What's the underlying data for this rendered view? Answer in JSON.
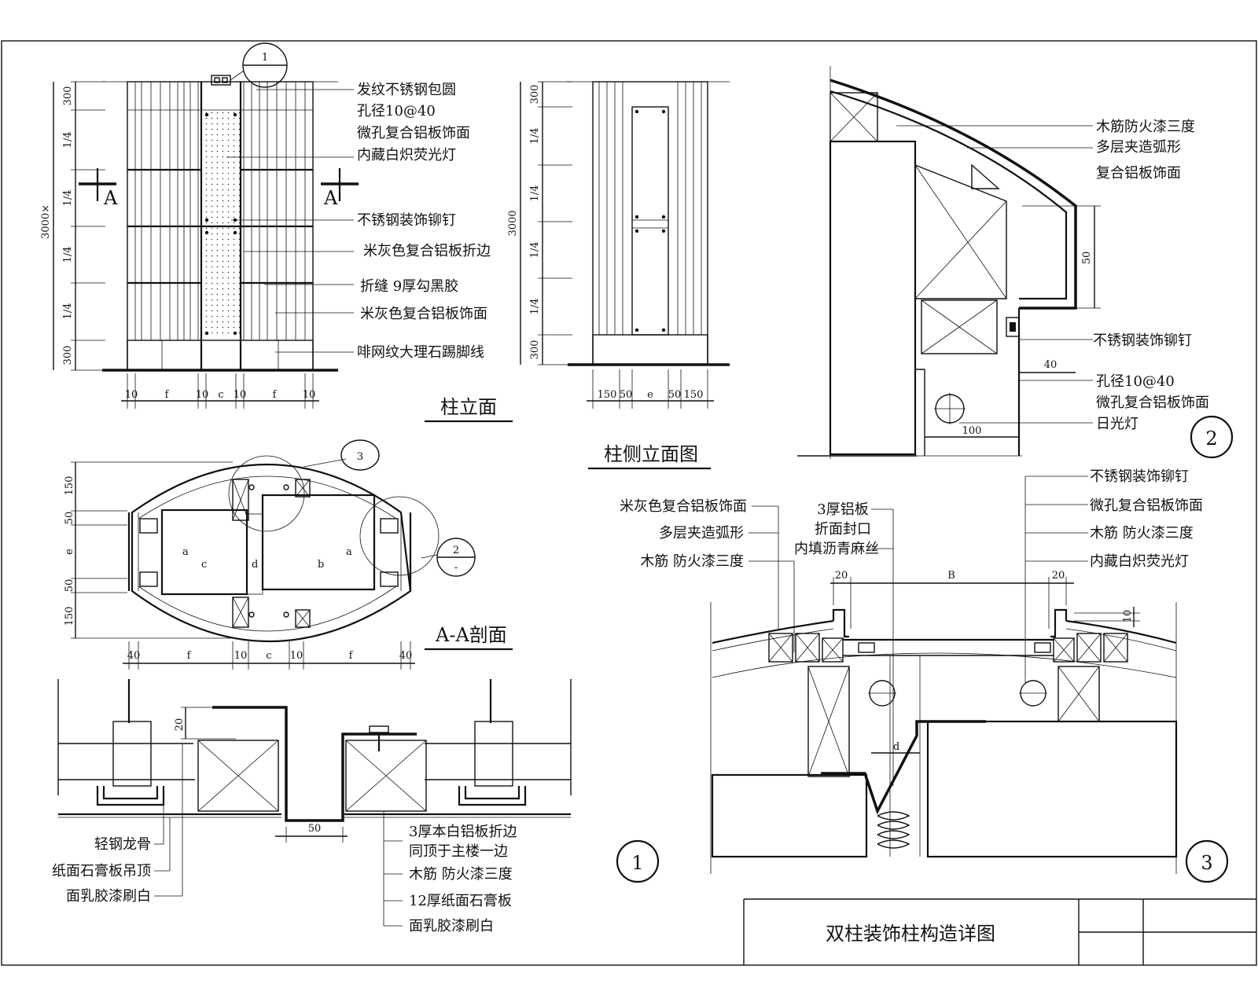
{
  "title_block": {
    "drawing_title": "双柱装饰柱构造详图"
  },
  "views": {
    "column_elevation": {
      "title": "柱立面",
      "section_marker": "A",
      "callout_number": "1",
      "height_label": "3000×",
      "vertical_dims": [
        "300",
        "1/4",
        "1/4",
        "1/4",
        "1/4",
        "300"
      ],
      "horizontal_dims": [
        "10",
        "f",
        "10",
        "c",
        "10",
        "f",
        "10"
      ],
      "callouts": [
        "发纹不锈钢包圆",
        "孔径10@40",
        "微孔复合铝板饰面",
        "内藏白炽荧光灯",
        "不锈钢装饰铆钉",
        "米灰色复合铝板折边",
        "折缝 9厚勾黑胶",
        "米灰色复合铝板饰面",
        "啡网纹大理石踢脚线"
      ]
    },
    "side_elevation": {
      "title": "柱侧立面图",
      "height_label": "3000",
      "vertical_dims": [
        "300",
        "1/4",
        "1/4",
        "1/4",
        "1/4",
        "300"
      ],
      "horizontal_dims": [
        "150",
        "50",
        "e",
        "50",
        "150"
      ]
    },
    "section_aa": {
      "title": "A-A剖面",
      "callout_3": "3",
      "callout_2_top": "2",
      "callout_2_bottom": "-",
      "vertical_dims": [
        "150",
        "50",
        "e",
        "50",
        "150"
      ],
      "horizontal_dims": [
        "40",
        "f",
        "10",
        "c",
        "10",
        "f",
        "40"
      ],
      "inner_labels": [
        "a",
        "c",
        "d",
        "b",
        "a"
      ]
    },
    "detail_1": {
      "number": "1",
      "dims": [
        "20",
        "50"
      ],
      "left_callouts": [
        "轻钢龙骨",
        "纸面石膏板吊顶",
        "面乳胶漆刷白"
      ],
      "right_callouts": [
        "3厚本白铝板折边",
        "同顶于主楼一边",
        "木筋 防火漆三度",
        "12厚纸面石膏板",
        "面乳胶漆刷白"
      ]
    },
    "detail_2": {
      "number": "2",
      "dims": [
        "50",
        "40",
        "100"
      ],
      "callouts": [
        "木筋防火漆三度",
        "多层夹造弧形",
        "复合铝板饰面",
        "不锈钢装饰铆钉",
        "孔径10@40",
        "微孔复合铝板饰面",
        "日光灯"
      ]
    },
    "detail_3": {
      "number": "3",
      "dims": [
        "20",
        "B",
        "20",
        "10",
        "d"
      ],
      "left_callouts": [
        "米灰色复合铝板饰面",
        "多层夹造弧形",
        "木筋 防火漆三度"
      ],
      "center_callouts": [
        "3厚铝板",
        "折面封口",
        "内填沥青麻丝"
      ],
      "right_callouts": [
        "不锈钢装饰铆钉",
        "微孔复合铝板饰面",
        "木筋 防火漆三度",
        "内藏白炽荧光灯"
      ]
    }
  }
}
